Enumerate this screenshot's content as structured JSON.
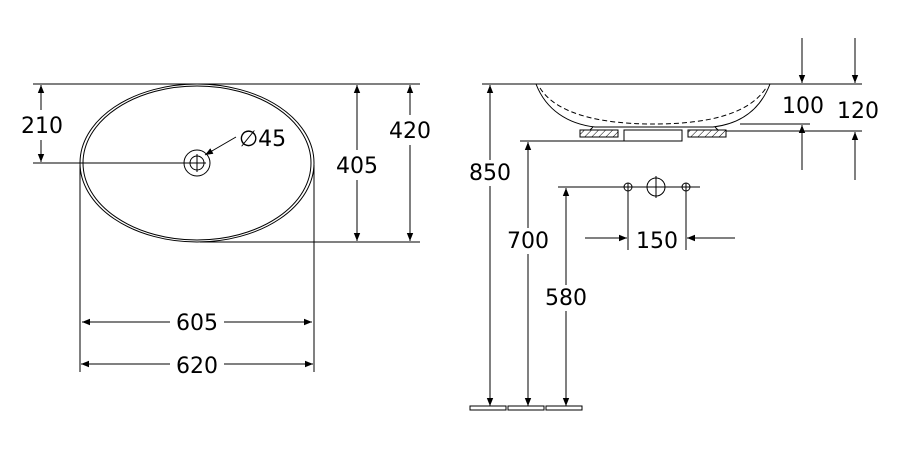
{
  "top_view": {
    "dim_210": "210",
    "dim_405": "405",
    "dim_420": "420",
    "dim_605": "605",
    "dim_620": "620",
    "drain_label": "∅45"
  },
  "side_view": {
    "dim_850": "850",
    "dim_700": "700",
    "dim_580": "580",
    "dim_100": "100",
    "dim_120": "120",
    "dim_150": "150"
  }
}
